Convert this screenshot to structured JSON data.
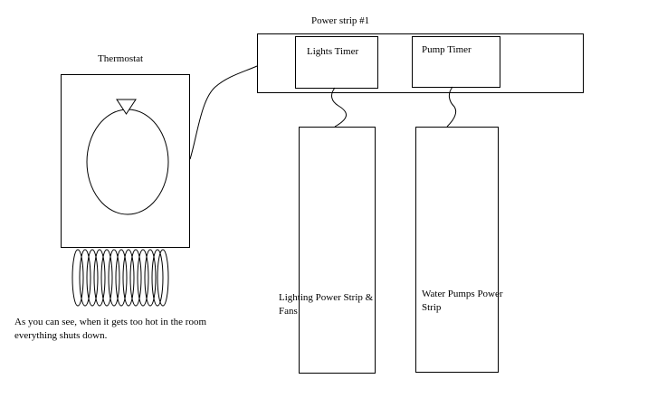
{
  "labels": {
    "thermostat": "Thermostat",
    "power_strip": "Power strip #1",
    "lights_timer": "Lights Timer",
    "pump_timer": "Pump Timer",
    "lighting_strip": "Lighting Power Strip & Fans",
    "water_pumps_strip": "Water Pumps Power Strip",
    "caption": "As you can see, when it gets too hot in the room everything shuts down."
  }
}
